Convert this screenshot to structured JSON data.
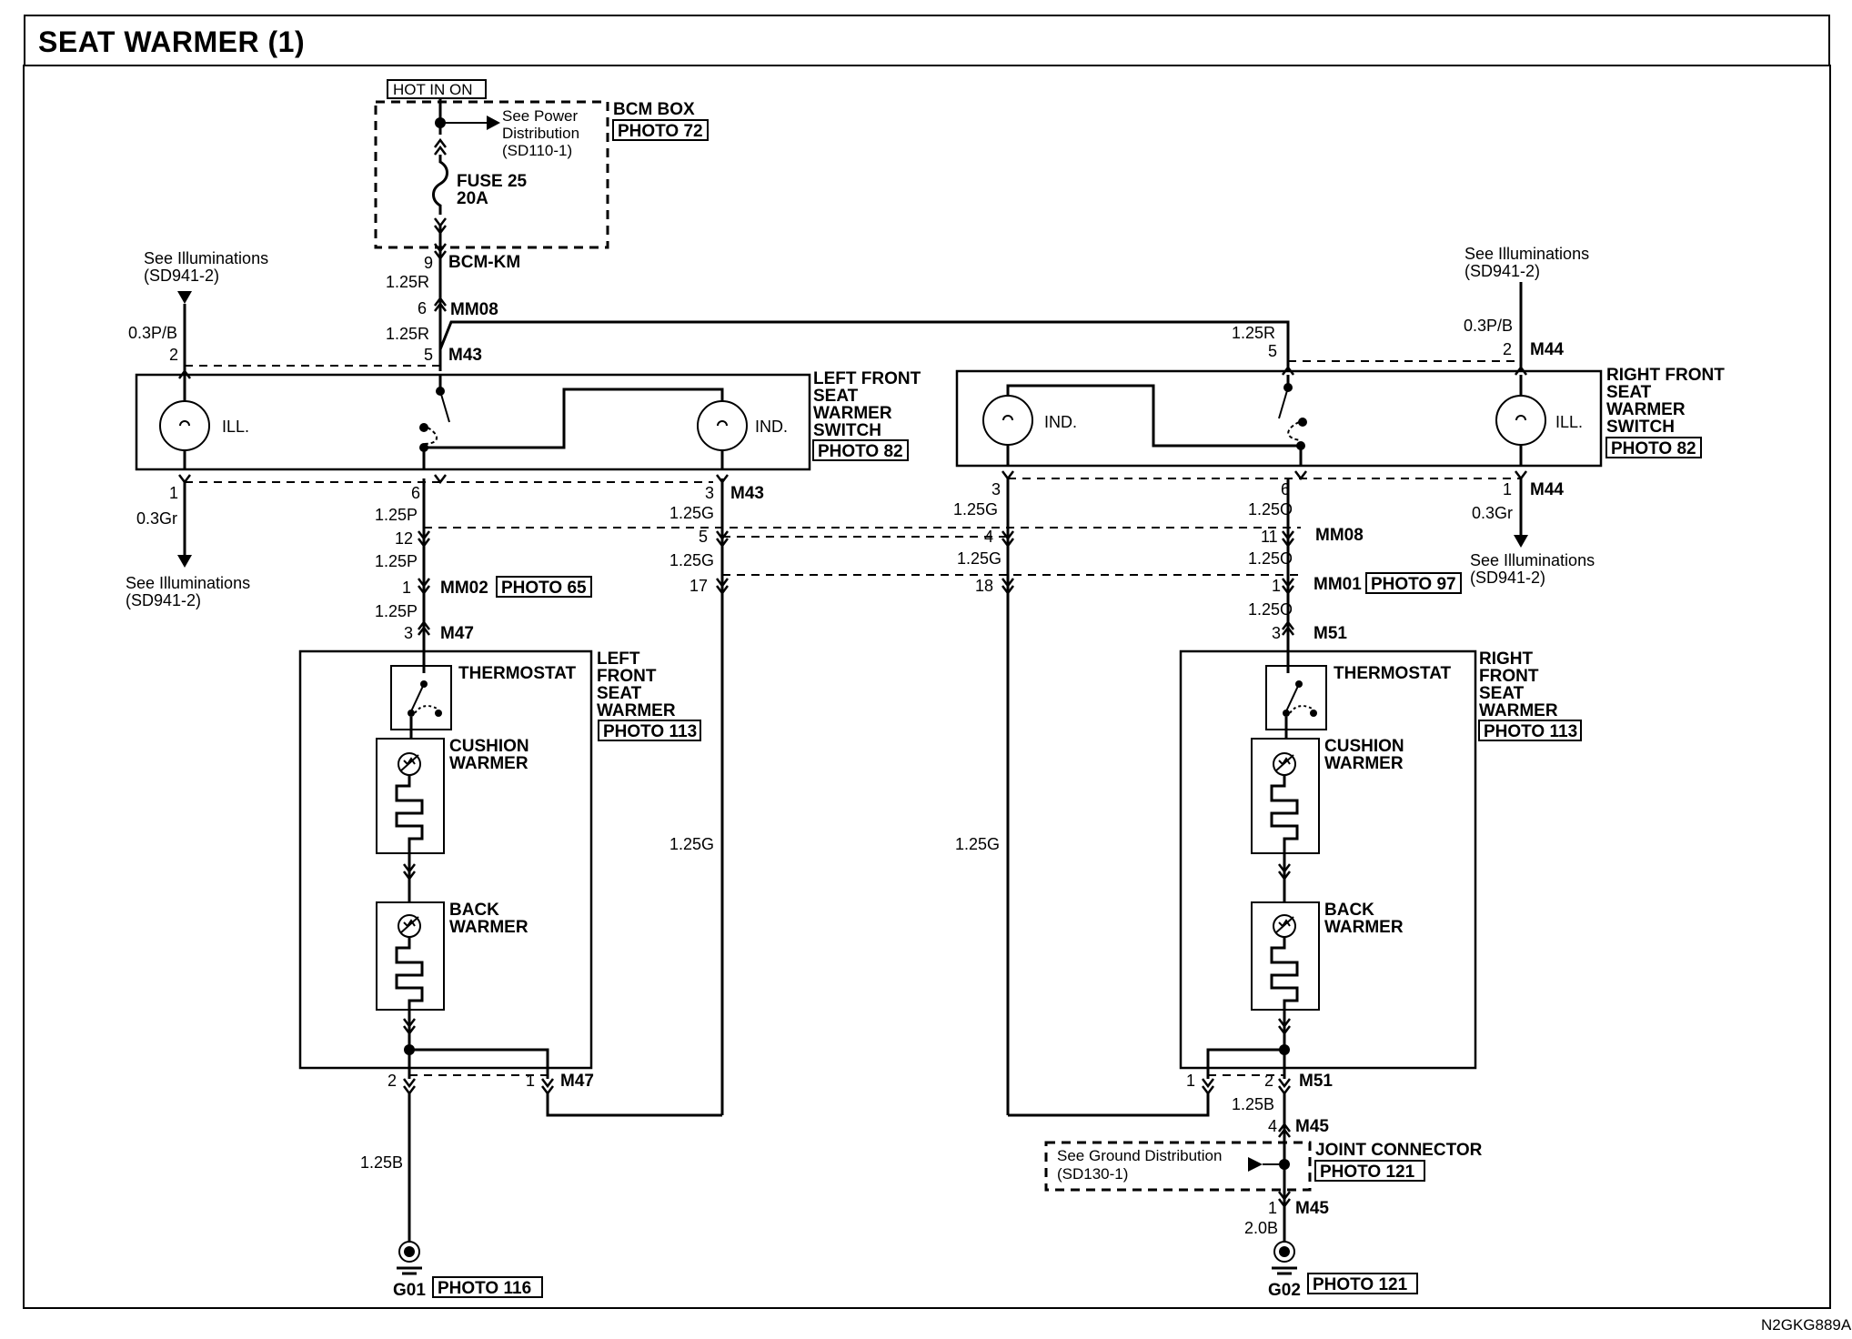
{
  "title": "SEAT WARMER (1)",
  "diagram_code": "N2GKG889A",
  "bcm": {
    "hot_label": "HOT IN ON",
    "box_name": "BCM BOX",
    "photo": "PHOTO 72",
    "power_ref": [
      "See Power",
      "Distribution",
      "(SD110-1)"
    ],
    "fuse_name": "FUSE 25",
    "fuse_rating": "20A",
    "pin": "9",
    "connector": "BCM-KM",
    "wire": "1.25R"
  },
  "mm08_top": {
    "pin": "6",
    "connector": "MM08",
    "wire": "1.25R"
  },
  "left_switch": {
    "name": [
      "LEFT FRONT",
      "SEAT",
      "WARMER",
      "SWITCH"
    ],
    "photo": "PHOTO 82",
    "connector": "M43",
    "ill": "ILL.",
    "ind": "IND.",
    "pin_power": "5",
    "pin_ill_in": "2",
    "pin_ill_out": "1",
    "pin_out": "6",
    "pin_ind": "3",
    "connector_bottom": "M43",
    "ill_in_ref": [
      "See Illuminations",
      "(SD941-2)"
    ],
    "ill_in_wire": "0.3P/B",
    "ill_out_wire": "0.3Gr",
    "ill_out_ref": [
      "See Illuminations",
      "(SD941-2)"
    ]
  },
  "right_switch": {
    "name": [
      "RIGHT FRONT",
      "SEAT",
      "WARMER",
      "SWITCH"
    ],
    "photo": "PHOTO 82",
    "connector": "M44",
    "ill": "ILL.",
    "ind": "IND.",
    "pin_power": "5",
    "power_wire": "1.25R",
    "pin_ill_in": "2",
    "pin_ill_out": "1",
    "pin_out": "6",
    "pin_ind": "3",
    "connector_bottom": "M44",
    "ill_in_ref": [
      "See Illuminations",
      "(SD941-2)"
    ],
    "ill_in_wire": "0.3P/B",
    "ill_out_wire": "0.3Gr",
    "ill_out_ref": [
      "See Illuminations",
      "(SD941-2)"
    ]
  },
  "left_wires": {
    "w1": "1.25P",
    "pin_mm08": "12",
    "w2": "1.25P",
    "pin_mm02": "1",
    "mm02": "MM02",
    "mm02_photo": "PHOTO 65",
    "w3": "1.25P",
    "g1": "1.25G",
    "pin_g_mm08": "5",
    "g2": "1.25G",
    "pin_g_mm02": "17",
    "g_long": "1.25G"
  },
  "right_wires": {
    "w1": "1.25O",
    "pin_mm08": "11",
    "w2": "1.25O",
    "pin_mm01": "1",
    "mm01": "MM01",
    "mm01_photo": "PHOTO 97",
    "w3": "1.25O",
    "g1": "1.25G",
    "pin_g_mm08": "4",
    "g2": "1.25G",
    "pin_g_mm01": "18",
    "g_long": "1.25G",
    "mm08": "MM08"
  },
  "left_warmer": {
    "pin_in": "3",
    "connector": "M47",
    "name": [
      "LEFT",
      "FRONT",
      "SEAT",
      "WARMER"
    ],
    "photo": "PHOTO 113",
    "thermostat": "THERMOSTAT",
    "cushion": [
      "CUSHION",
      "WARMER"
    ],
    "back": [
      "BACK",
      "WARMER"
    ],
    "pin_gnd": "2",
    "pin_sig": "1",
    "connector_bottom": "M47",
    "gnd_wire": "1.25B",
    "ground": "G01",
    "ground_photo": "PHOTO 116"
  },
  "right_warmer": {
    "pin_in": "3",
    "connector": "M51",
    "name": [
      "RIGHT",
      "FRONT",
      "SEAT",
      "WARMER"
    ],
    "photo": "PHOTO 113",
    "thermostat": "THERMOSTAT",
    "cushion": [
      "CUSHION",
      "WARMER"
    ],
    "back": [
      "BACK",
      "WARMER"
    ],
    "pin_sig": "1",
    "pin_gnd": "2",
    "connector_bottom": "M51",
    "gnd_wire": "1.25B",
    "jc_pin_in": "4",
    "jc_conn_in": "M45",
    "joint": "JOINT CONNECTOR",
    "joint_photo": "PHOTO 121",
    "ground_ref": [
      "See Ground Distribution",
      "(SD130-1)"
    ],
    "jc_pin_out": "1",
    "jc_conn_out": "M45",
    "gnd_wire2": "2.0B",
    "ground": "G02",
    "ground_photo": "PHOTO 121"
  }
}
